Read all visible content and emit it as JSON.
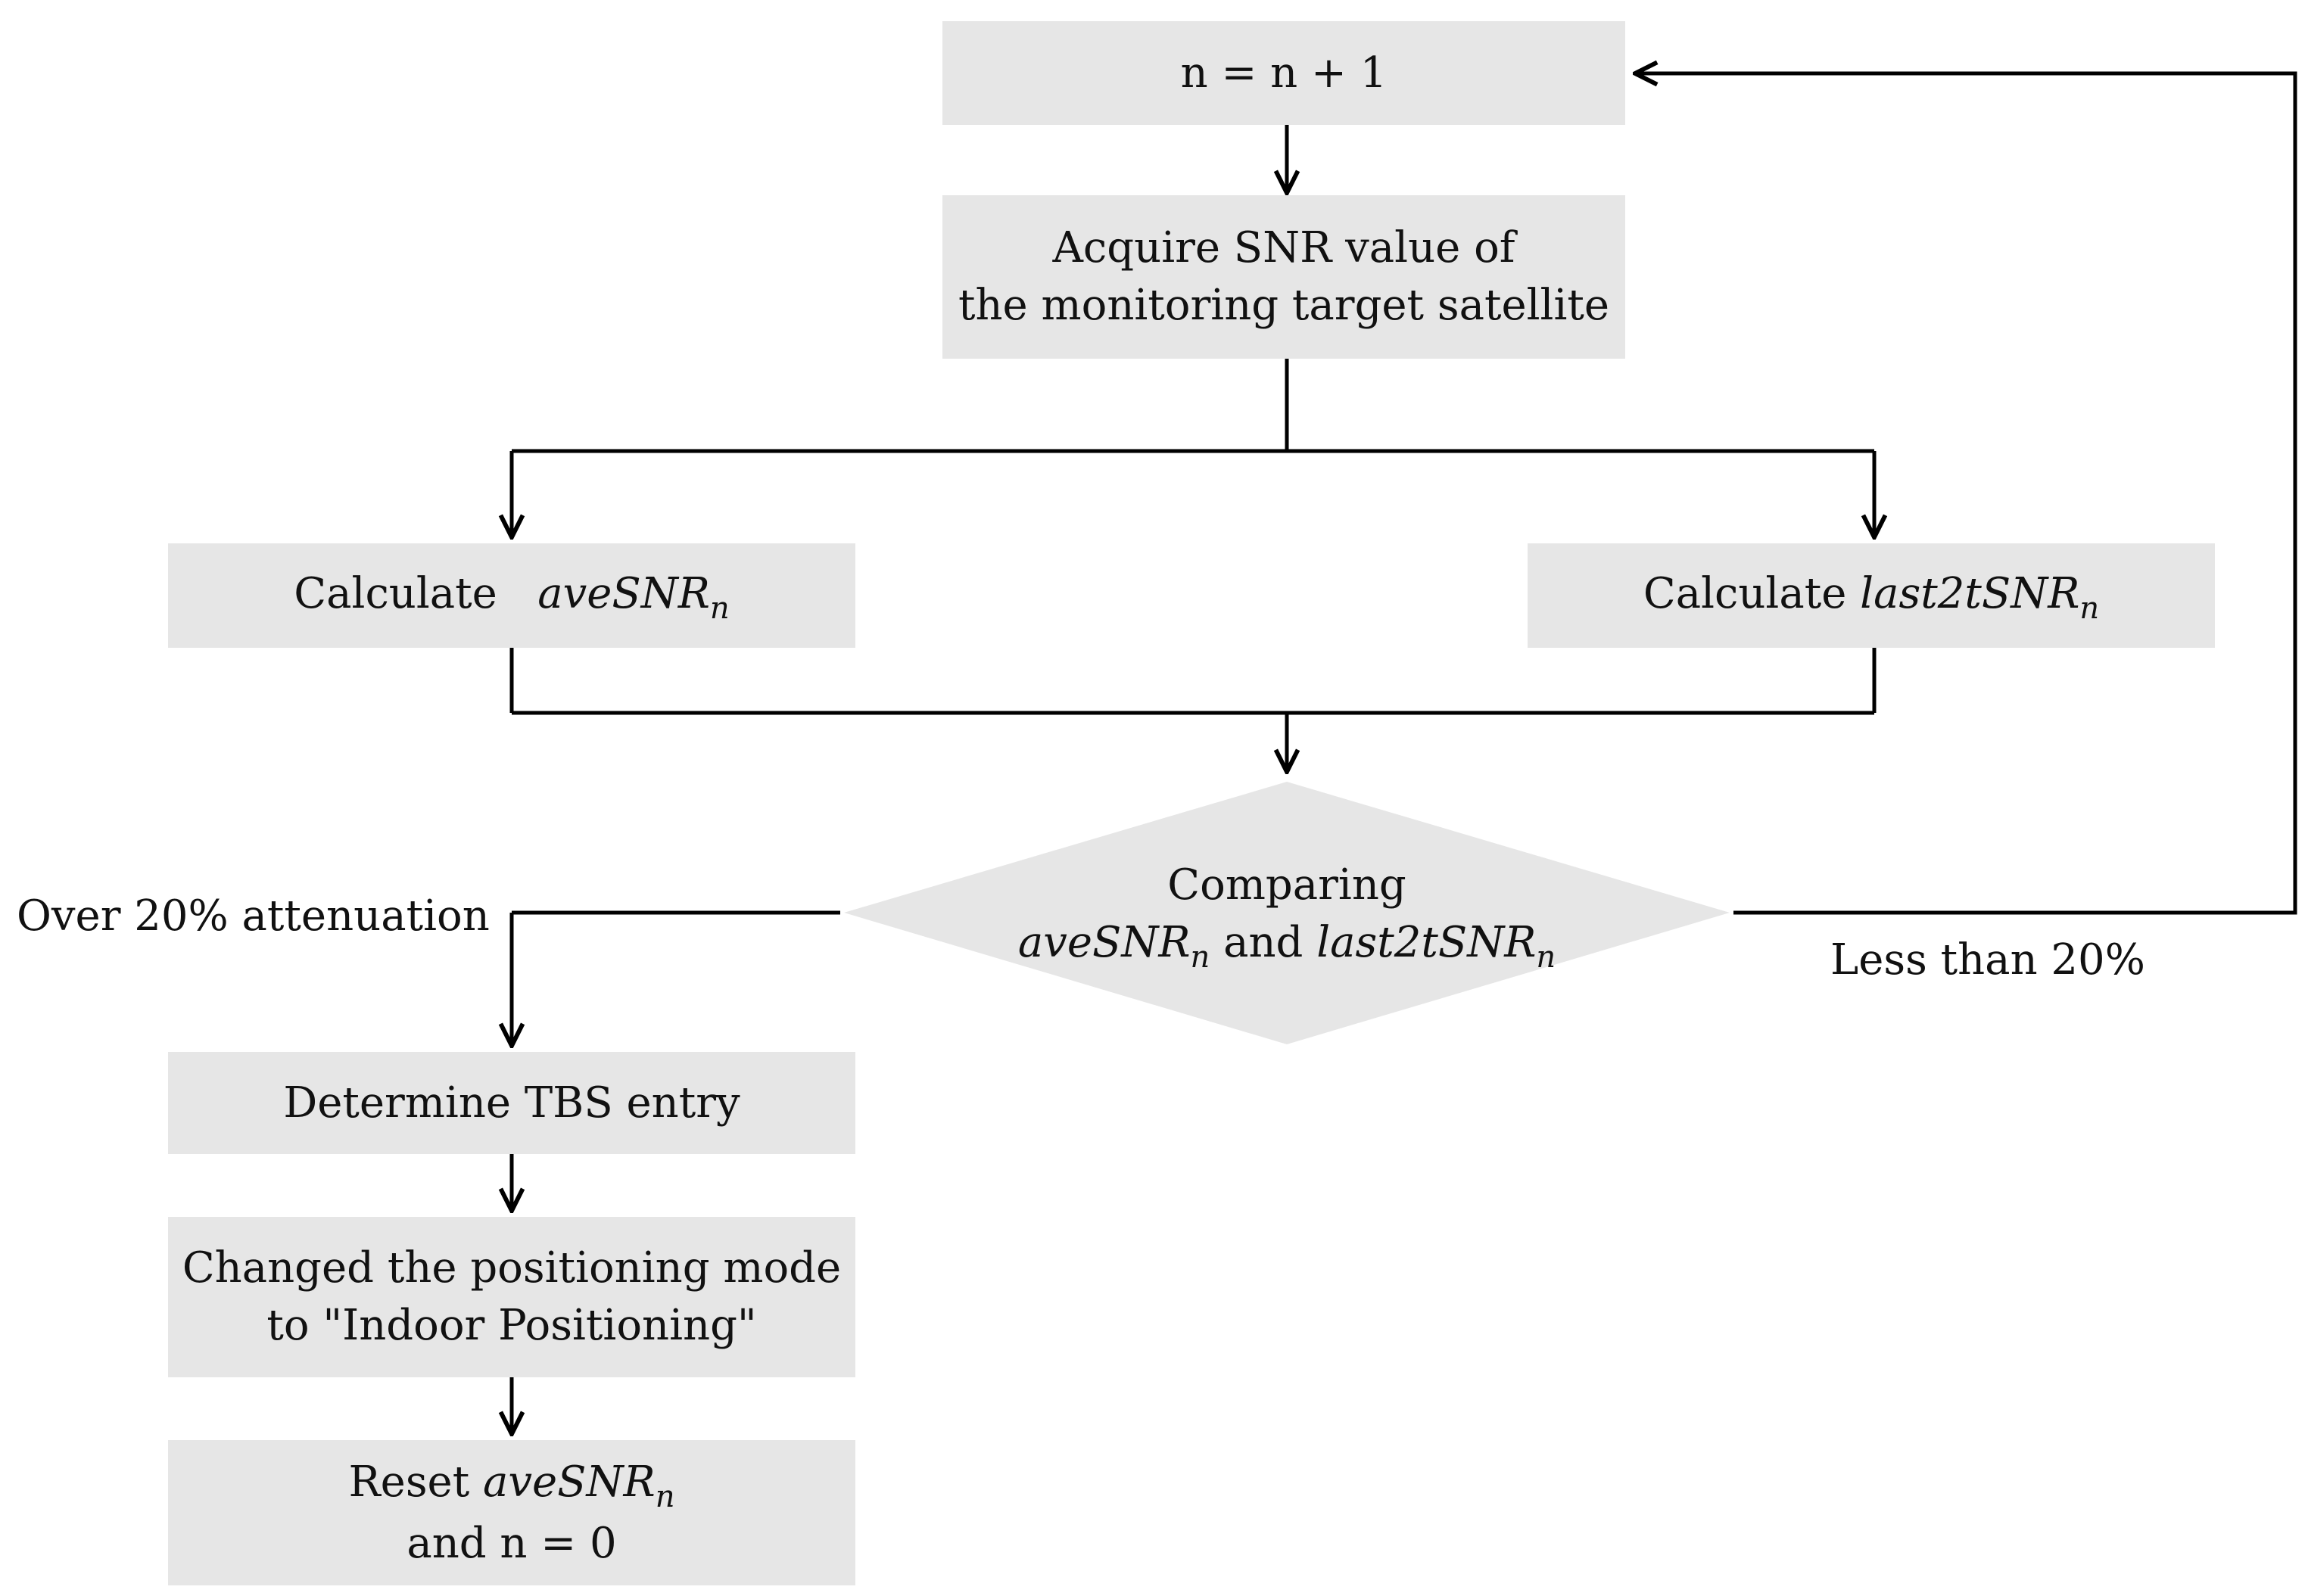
{
  "colors": {
    "box_fill": "#e6e6e6",
    "line": "#000000",
    "text": "#111111"
  },
  "nodes": {
    "increment": {
      "text": "n = n + 1"
    },
    "acquire": {
      "line1": "Acquire SNR value of",
      "line2": "the monitoring target satellite"
    },
    "calc_ave": {
      "prefix": "Calculate",
      "var": "aveSNR",
      "sub": "n"
    },
    "calc_last": {
      "prefix": "Calculate",
      "var": "last2tSNR",
      "sub": "n"
    },
    "compare": {
      "line1": "Comparing",
      "var1": "aveSNR",
      "sub1": "n",
      "and": "and",
      "var2": "last2tSNR",
      "sub2": "n"
    },
    "determine": {
      "text": "Determine TBS entry"
    },
    "changed": {
      "line1": "Changed the positioning mode",
      "line2": "to \"Indoor Positioning\""
    },
    "reset": {
      "prefix": "Reset",
      "var": "aveSNR",
      "sub": "n",
      "line2": "and n = 0"
    }
  },
  "edge_labels": {
    "over": "Over 20% attenuation",
    "less": "Less than 20%"
  }
}
